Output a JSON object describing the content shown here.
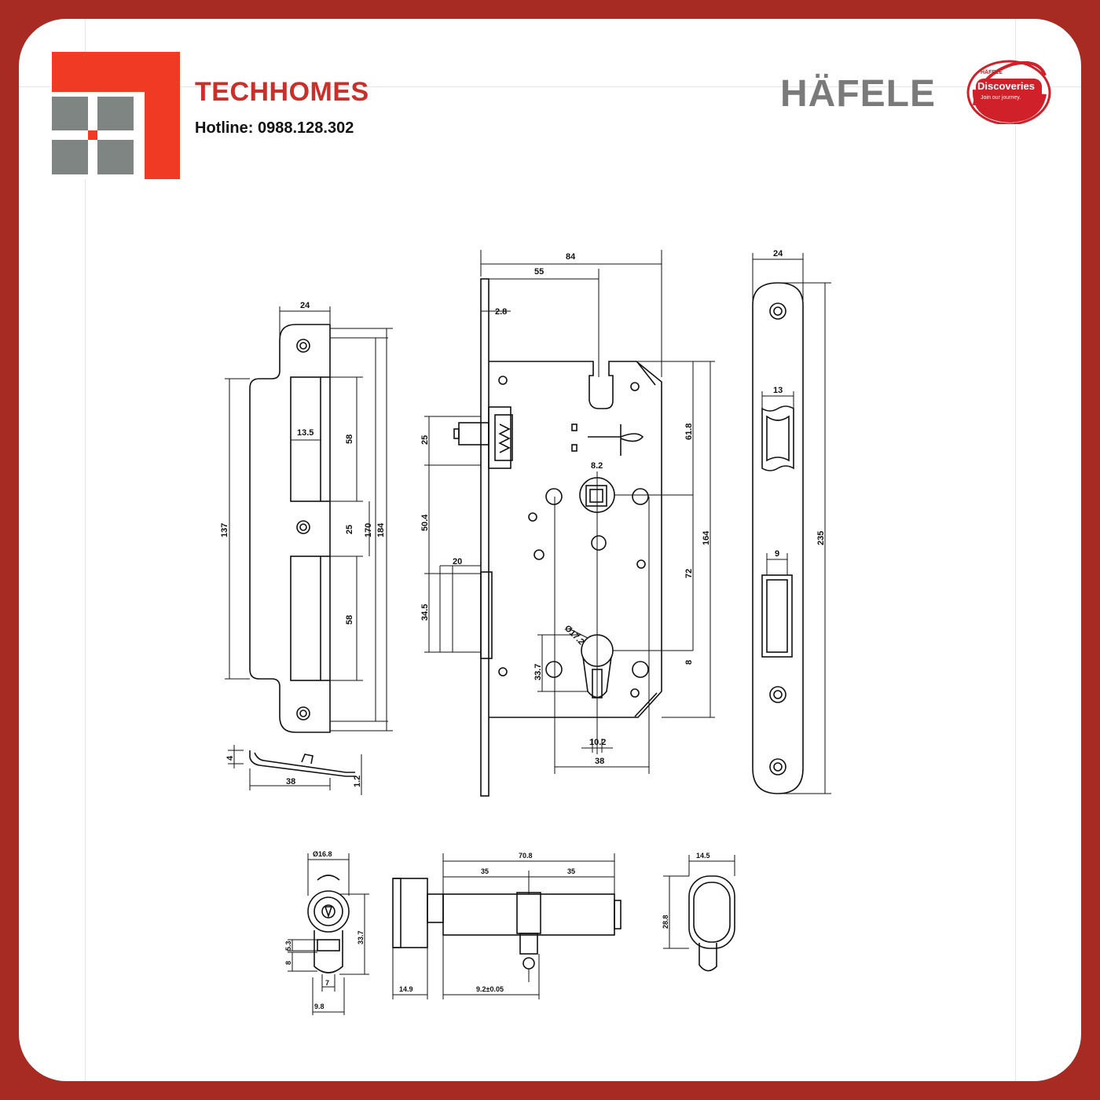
{
  "brand": {
    "name": "TECHHOMES",
    "hotline": "Hotline: 0988.128.302",
    "accent_color": "#c9302a",
    "frame_color": "#a72b22",
    "logo_gray": "#7f8582"
  },
  "partner": {
    "name": "HÄFELE",
    "badge_small": "HÄFELE",
    "badge_title": "Discoveries",
    "badge_tagline": "Join our journey."
  },
  "dimensions": {
    "strike_plate": {
      "width": "24",
      "opening_width": "13.5",
      "opening_1": "58",
      "gap": "25",
      "opening_2": "58",
      "inner": "170",
      "overall": "184",
      "lip": "137",
      "profile_width": "38",
      "thickness": "1.2",
      "profile_height": "4"
    },
    "lock_body": {
      "width": "84",
      "backset": "55",
      "faceplate": "2.8",
      "latch": "25",
      "latch_to_bolt": "50.4",
      "bolt_width": "20",
      "bolt": "34.5",
      "to_spindle": "61.8",
      "body_height": "164",
      "spindle": "8.2",
      "centre_distance": "72",
      "cylinder_dia": "Ø17.2",
      "cylinder_height": "33.7",
      "cam": "8",
      "cylinder_width": "10.2",
      "fixing_spacing": "38"
    },
    "faceplate": {
      "width": "24",
      "latch_opening": "13",
      "bolt_opening": "9",
      "length": "235"
    },
    "cylinder": {
      "dia": "Ø16.8",
      "height": "33.7",
      "neck": "5.3",
      "cam_h": "8",
      "cam_w": "7",
      "cam_dia": "9.8",
      "overall": "70.8",
      "half_a": "35",
      "half_b": "35",
      "knob": "14.9",
      "cam_offset": "9.2±0.05"
    },
    "thumbturn": {
      "width": "14.5",
      "height": "28.8"
    }
  }
}
